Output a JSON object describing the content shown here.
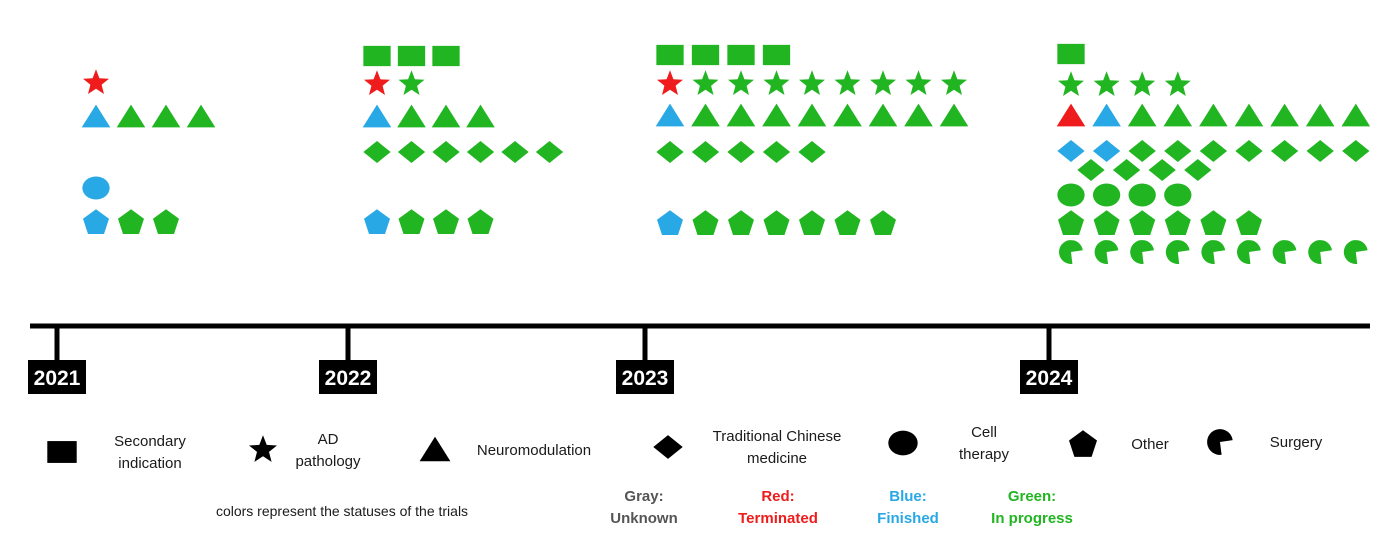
{
  "timeline": {
    "years": [
      {
        "label": "2021"
      },
      {
        "label": "2022"
      },
      {
        "label": "2023"
      },
      {
        "label": "2024"
      }
    ]
  },
  "colors": {
    "red": "#ee1c1c",
    "blue": "#29a8e6",
    "green": "#22b522",
    "gray": "#8a8a8a",
    "black": "#000000"
  },
  "trials": [
    {
      "year": "2021",
      "rows": [
        {
          "shape": "star",
          "statuses": [
            "red"
          ]
        },
        {
          "shape": "triangle",
          "statuses": [
            "blue",
            "green",
            "green",
            "green"
          ]
        },
        {
          "shape": "circle",
          "statuses": [
            "blue"
          ]
        },
        {
          "shape": "pentagon",
          "statuses": [
            "blue",
            "green",
            "green"
          ]
        }
      ]
    },
    {
      "year": "2022",
      "rows": [
        {
          "shape": "square",
          "statuses": [
            "green",
            "green",
            "green"
          ]
        },
        {
          "shape": "star",
          "statuses": [
            "red",
            "green"
          ]
        },
        {
          "shape": "triangle",
          "statuses": [
            "blue",
            "green",
            "green",
            "green"
          ]
        },
        {
          "shape": "diamond",
          "statuses": [
            "green",
            "green",
            "green",
            "green",
            "green",
            "green"
          ]
        },
        {
          "shape": "pentagon",
          "statuses": [
            "blue",
            "green",
            "green",
            "green"
          ]
        }
      ]
    },
    {
      "year": "2023",
      "rows": [
        {
          "shape": "square",
          "statuses": [
            "green",
            "green",
            "green",
            "green"
          ]
        },
        {
          "shape": "star",
          "statuses": [
            "red",
            "green",
            "green",
            "green",
            "green",
            "green",
            "green",
            "green",
            "green"
          ]
        },
        {
          "shape": "triangle",
          "statuses": [
            "blue",
            "green",
            "green",
            "green",
            "green",
            "green",
            "green",
            "green",
            "green"
          ]
        },
        {
          "shape": "diamond",
          "statuses": [
            "green",
            "green",
            "green",
            "green",
            "green"
          ]
        },
        {
          "shape": "pentagon",
          "statuses": [
            "blue",
            "green",
            "green",
            "green",
            "green",
            "green",
            "green"
          ]
        }
      ]
    },
    {
      "year": "2024",
      "rows": [
        {
          "shape": "square",
          "statuses": [
            "green"
          ]
        },
        {
          "shape": "star",
          "statuses": [
            "green",
            "green",
            "green",
            "green"
          ]
        },
        {
          "shape": "triangle",
          "statuses": [
            "red",
            "blue",
            "green",
            "green",
            "green",
            "green",
            "green",
            "green",
            "green"
          ]
        },
        {
          "shape": "diamond",
          "statuses": [
            "blue",
            "blue",
            "green",
            "green",
            "green",
            "green",
            "green",
            "green",
            "green"
          ]
        },
        {
          "shape": "diamond",
          "statuses": [
            "green",
            "green",
            "green",
            "green"
          ]
        },
        {
          "shape": "circle",
          "statuses": [
            "green",
            "green",
            "green",
            "green"
          ]
        },
        {
          "shape": "pentagon",
          "statuses": [
            "green",
            "green",
            "green",
            "green",
            "green",
            "green"
          ]
        },
        {
          "shape": "pacman",
          "statuses": [
            "green",
            "green",
            "green",
            "green",
            "green",
            "green",
            "green",
            "green",
            "green"
          ]
        }
      ]
    }
  ],
  "legend": {
    "shapes": [
      {
        "shape": "square",
        "label": [
          "Secondary",
          "indication"
        ]
      },
      {
        "shape": "star",
        "label": [
          "AD",
          "pathology"
        ]
      },
      {
        "shape": "triangle",
        "label": [
          "Neuromodulation"
        ]
      },
      {
        "shape": "diamond",
        "label": [
          "Traditional Chinese",
          "medicine"
        ]
      },
      {
        "shape": "circle",
        "label": [
          "Cell",
          "therapy"
        ]
      },
      {
        "shape": "pentagon",
        "label": [
          "Other"
        ]
      },
      {
        "shape": "pacman",
        "label": [
          "Surgery"
        ]
      }
    ],
    "status_note": "colors represent the statuses of the trials",
    "statuses": [
      {
        "status": "gray",
        "label": [
          "Gray:",
          "Unknown"
        ]
      },
      {
        "status": "red",
        "label": [
          "Red:",
          "Terminated"
        ]
      },
      {
        "status": "blue",
        "label": [
          "Blue:",
          "Finished"
        ]
      },
      {
        "status": "green",
        "label": [
          "Green:",
          "In progress"
        ]
      }
    ]
  }
}
